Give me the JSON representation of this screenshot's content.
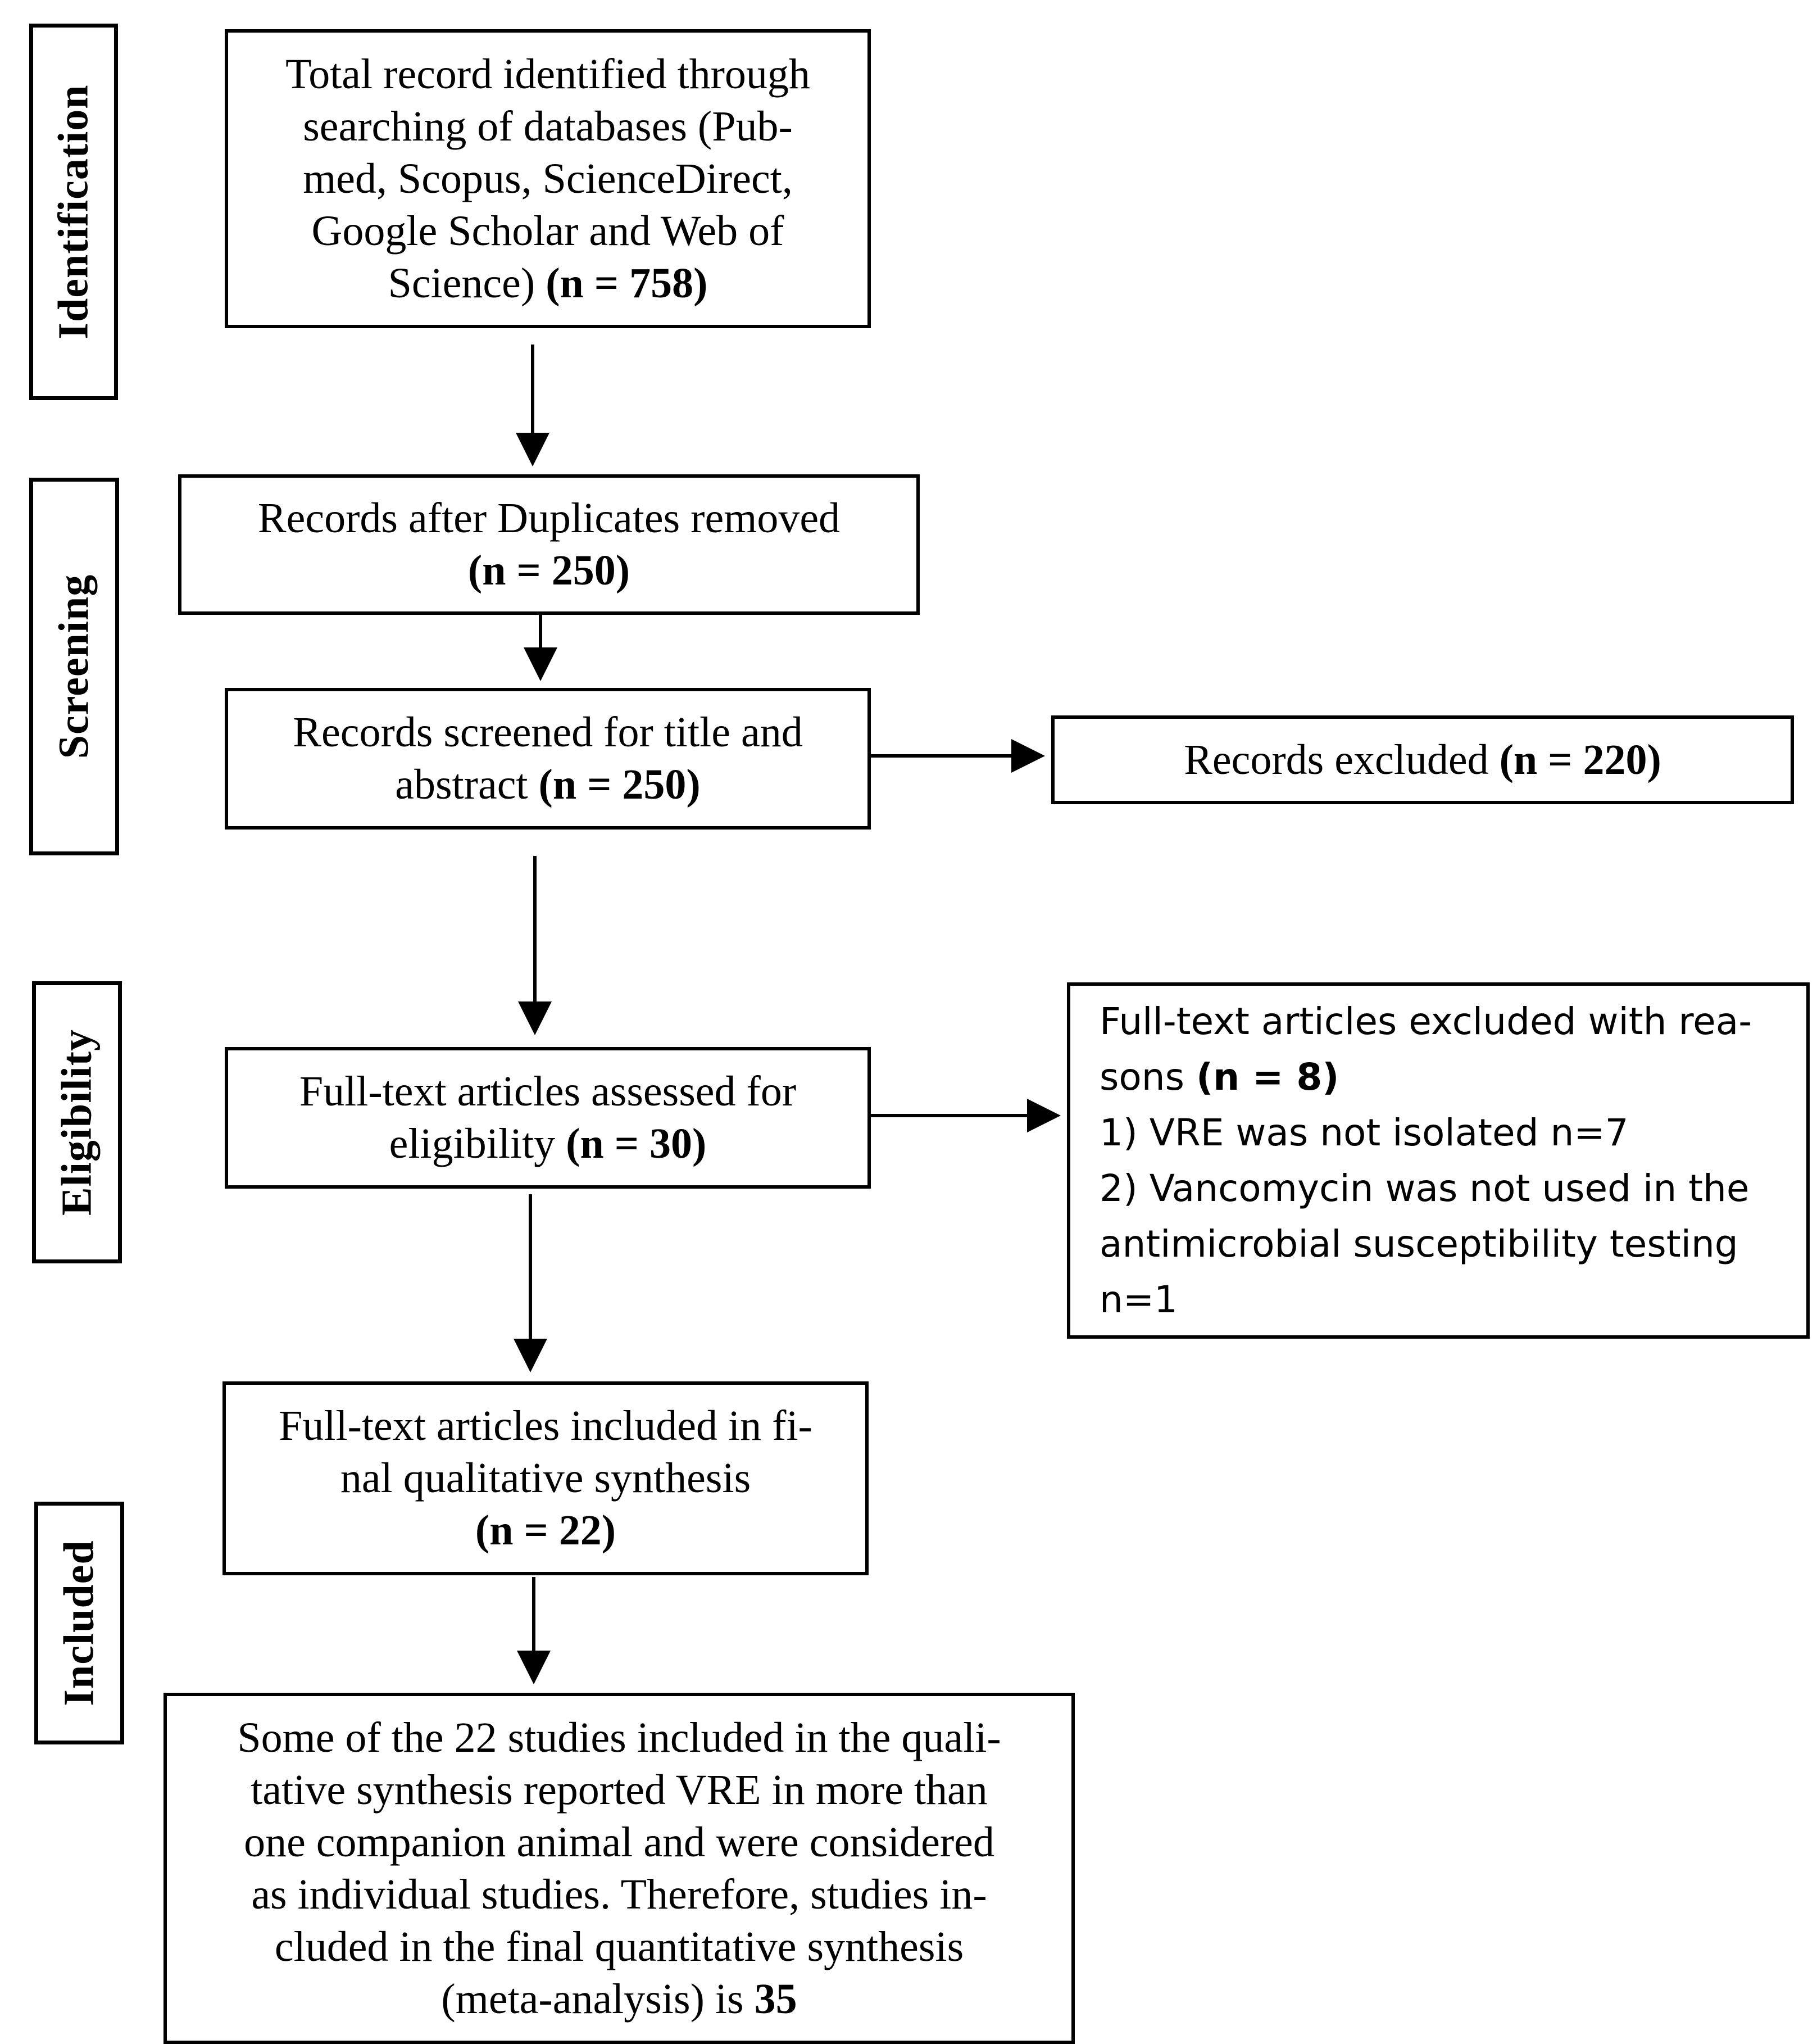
{
  "stages": {
    "identification": "Identification",
    "screening": "Screening",
    "eligibility": "Eligibility",
    "included": "Included"
  },
  "boxes": {
    "identified": {
      "lines": [
        "Total record identified through",
        "searching of databases (Pub-",
        "med, Scopus, ScienceDirect,",
        "Google Scholar and Web of",
        "Science)"
      ],
      "count": "(n = 758)"
    },
    "duplicates_removed": {
      "line1": "Records after Duplicates removed",
      "count": "(n = 250)"
    },
    "screened": {
      "line1": "Records screened for title and",
      "line2": "abstract",
      "count": "(n = 250)"
    },
    "records_excluded": {
      "text": "Records excluded",
      "count": "(n = 220)"
    },
    "full_text_assessed": {
      "line1": "Full-text articles assessed for",
      "line2": "eligibility",
      "count": "(n = 30)"
    },
    "full_text_excluded": {
      "line1": "Full-text articles excluded with rea-",
      "line2": "sons",
      "count": "(n = 8)",
      "reason1": "1)  VRE was not isolated n=7",
      "reason2_line1": "2) Vancomycin was not used in the",
      "reason2_line2": "antimicrobial susceptibility testing",
      "reason2_line3": "n=1"
    },
    "qualitative": {
      "line1": "Full-text articles included in fi-",
      "line2": "nal qualitative synthesis",
      "count": "(n = 22)"
    },
    "quantitative": {
      "lines": [
        "Some of the 22 studies included in the quali-",
        "tative synthesis reported VRE in more than",
        "one companion animal and were considered",
        "as individual studies. Therefore, studies in-",
        "cluded in the final quantitative synthesis"
      ],
      "last_line": "(meta-analysis) is",
      "count": "35"
    }
  }
}
